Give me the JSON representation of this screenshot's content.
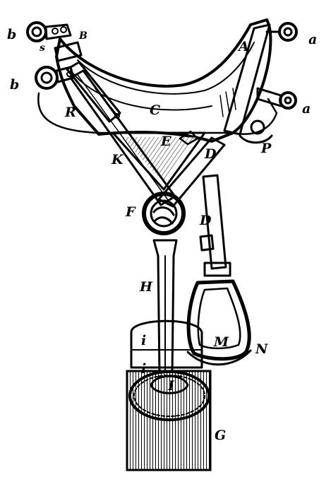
{
  "labels": {
    "b_top": "b",
    "b_mid": "b",
    "B": "B",
    "s": "s",
    "a_top": "a",
    "a_mid": "a",
    "A": "A",
    "R": "R",
    "C": "C",
    "E": "E",
    "D_upper": "D",
    "P": "P",
    "K": "K",
    "F": "F",
    "D_lower": "D",
    "H": "H",
    "M": "M",
    "N": "N",
    "i_upper": "i",
    "i_lower": "i",
    "I": "I",
    "G": "G"
  }
}
